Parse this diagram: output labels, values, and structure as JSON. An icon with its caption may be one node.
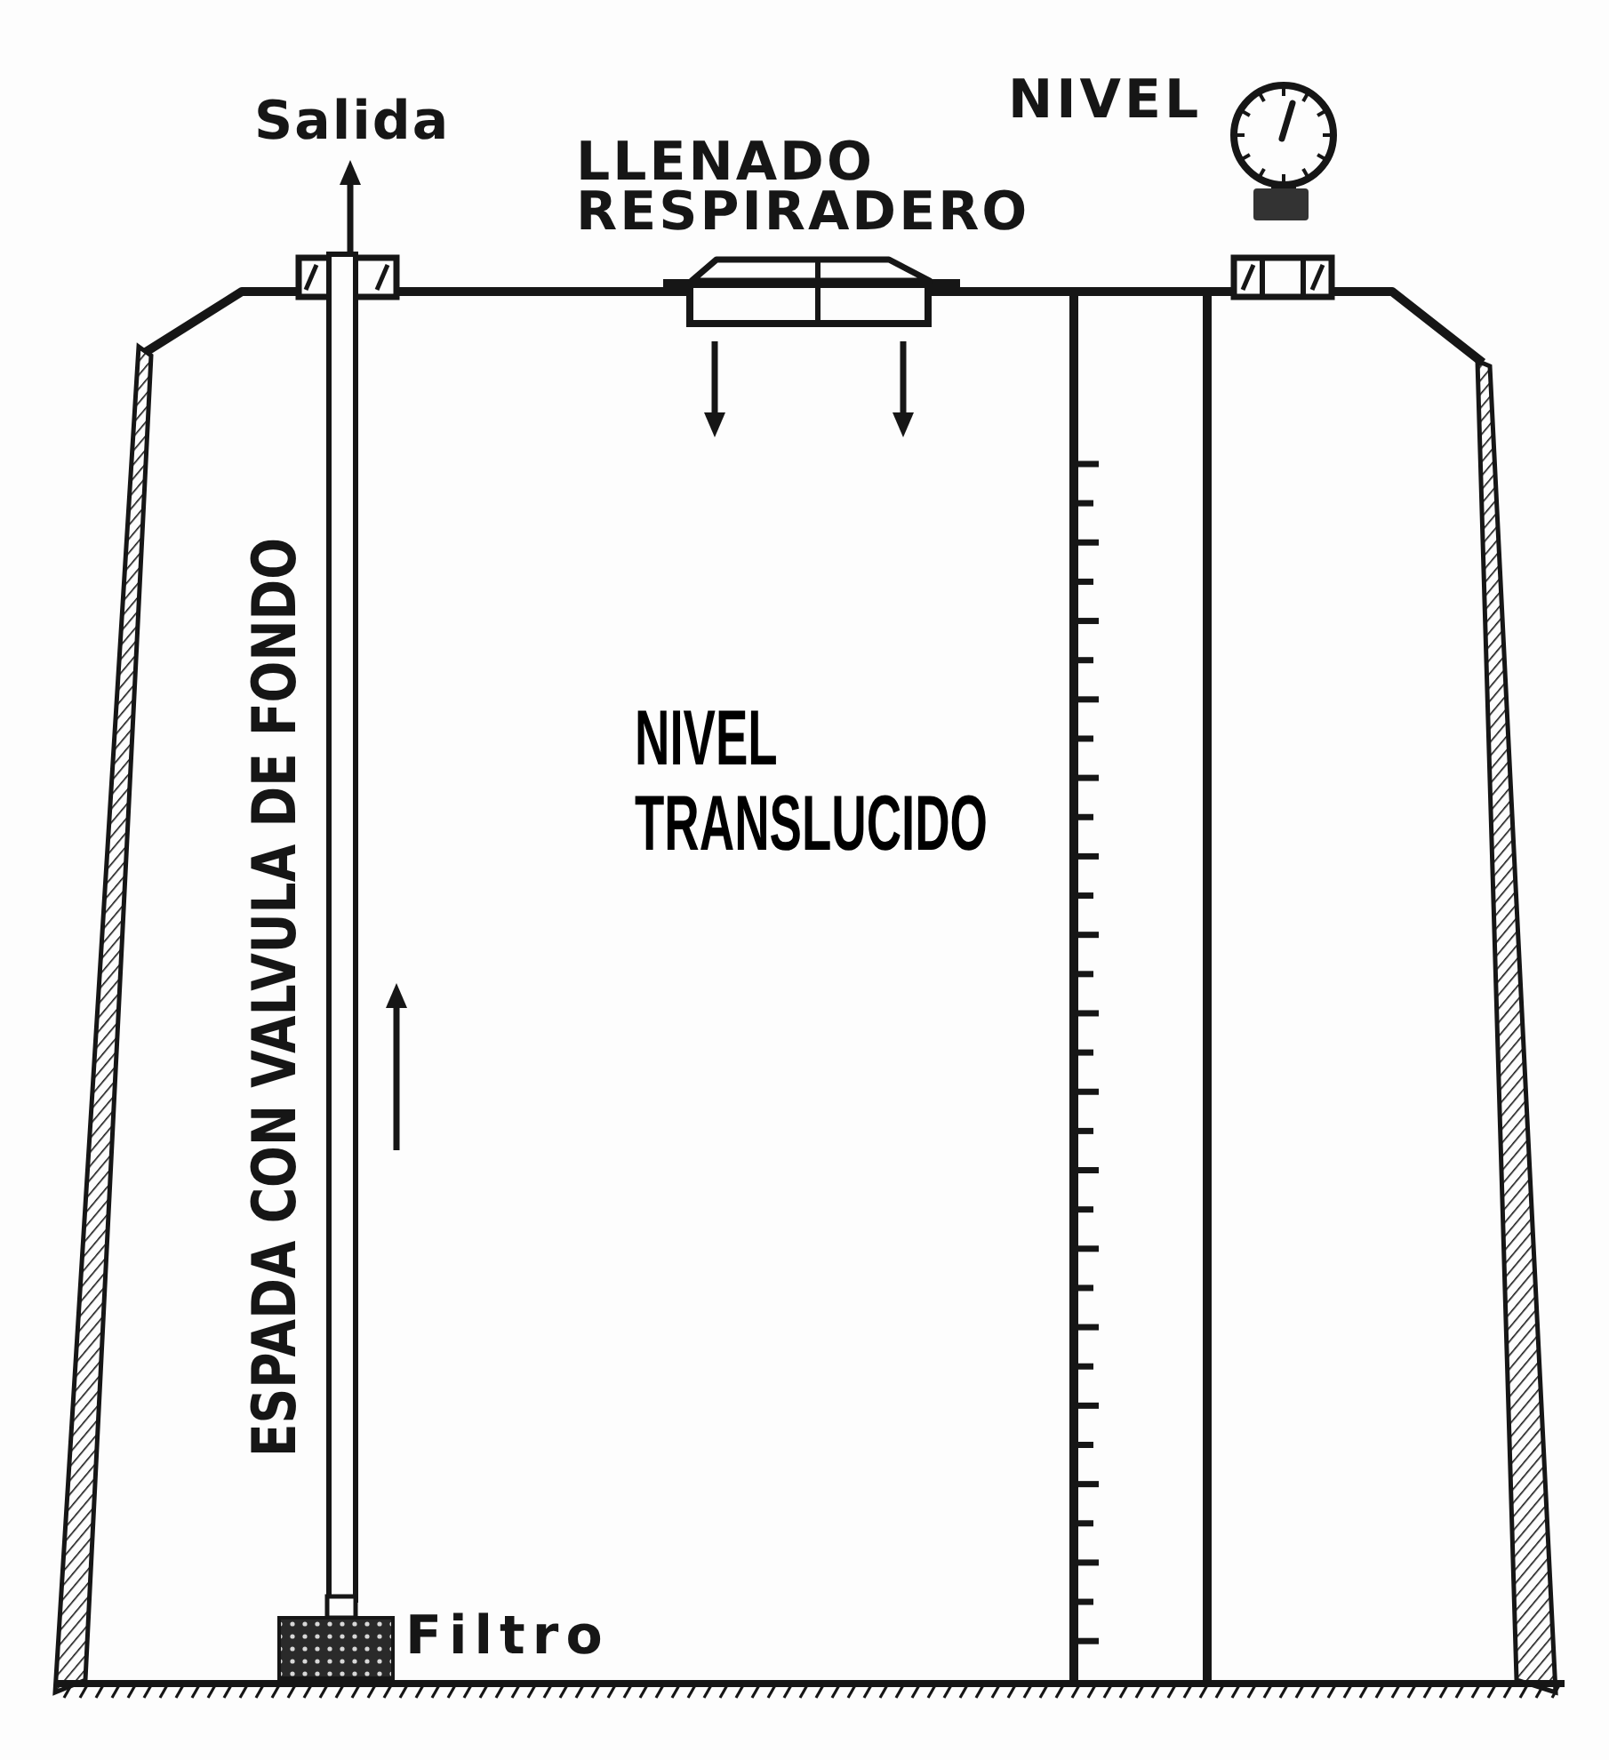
{
  "diagram": {
    "labels": [
      "Salida",
      "LLENADO RESPIRADERO",
      "NIVEL",
      "ESPADA CON VALVULA DE FONDO",
      "NIVEL TRANSLUCIDO",
      "Filtro"
    ]
  }
}
